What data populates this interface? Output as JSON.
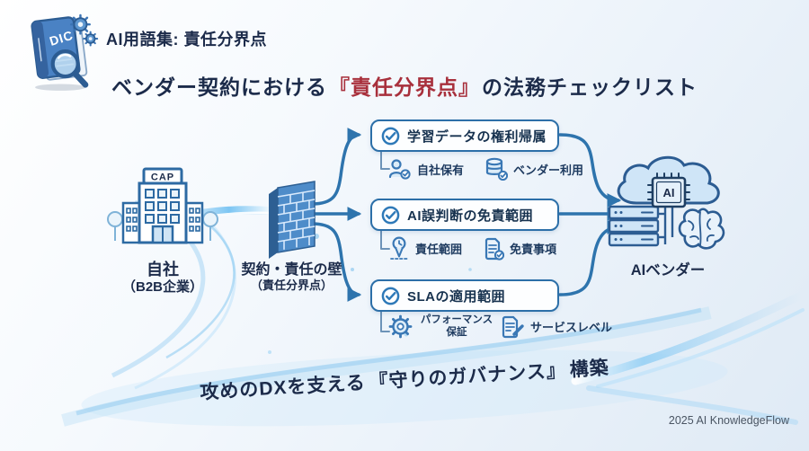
{
  "colors": {
    "navy": "#1c2b4a",
    "accent_blue": "#2e74ad",
    "highlight_red": "#a8303c",
    "box_border": "#2c6fa8",
    "light_blue": "#8ecdf4"
  },
  "badge": {
    "icon": "dictionary-book-icon",
    "book_label": "DIC"
  },
  "header": {
    "title": "AI用語集: 責任分界点"
  },
  "main_title": {
    "pre": "ベンダー契約における",
    "highlight": "『責任分界点』",
    "post": "の法務チェックリスト"
  },
  "company": {
    "icon": "office-building-icon",
    "building_sign": "CAP",
    "label": "自社",
    "sublabel": "（B2B企業）"
  },
  "wall": {
    "icon": "brick-wall-icon",
    "label": "契約・責任の壁",
    "sublabel": "（責任分界点）"
  },
  "checklist": [
    {
      "icon": "check-circle-icon",
      "title": "学習データの権利帰属",
      "items": [
        {
          "icon": "person-check-icon",
          "label": "自社保有"
        },
        {
          "icon": "database-check-icon",
          "label": "ベンダー利用"
        }
      ]
    },
    {
      "icon": "check-circle-icon",
      "title": "AI誤判断の免責範囲",
      "items": [
        {
          "icon": "pin-clock-icon",
          "label": "責任範囲"
        },
        {
          "icon": "document-check-icon",
          "label": "免責事項"
        }
      ]
    },
    {
      "icon": "check-circle-icon",
      "title": "SLAの適用範囲",
      "items": [
        {
          "icon": "gear-icon",
          "label": "パフォーマンス保証"
        },
        {
          "icon": "document-pencil-icon",
          "label": "サービスレベル"
        }
      ]
    }
  ],
  "vendor": {
    "chip_label": "AI",
    "label": "AIベンダー"
  },
  "tagline": {
    "pre": "攻めのDXを支える",
    "highlight": "『守りのガバナンス』",
    "post": "構築"
  },
  "credit": "2025 AI KnowledgeFlow"
}
